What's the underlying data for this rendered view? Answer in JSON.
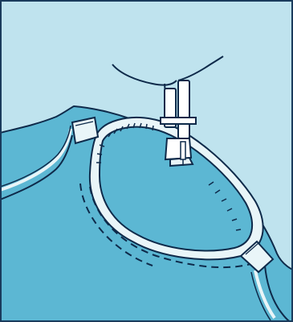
{
  "illustration": {
    "colors": {
      "background": "#bfe3ee",
      "fabric": "#5cb7d3",
      "fabric_light": "#8ccfe2",
      "binding": "#e9f5f8",
      "outline": "#0e2a4a",
      "frame_border": "#1a3b5c"
    },
    "parts": [
      "presser-foot",
      "needle",
      "bodice-fabric",
      "curved-opening",
      "stay-stitch-line",
      "seam-tab-left",
      "seam-tab-right"
    ]
  }
}
